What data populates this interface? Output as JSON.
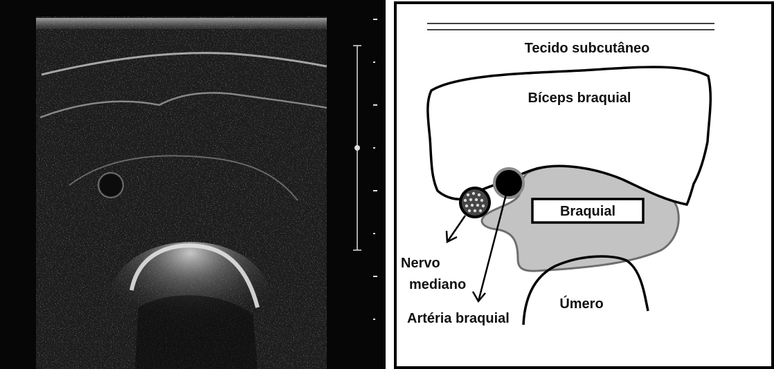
{
  "labels": {
    "subcutaneous": "Tecido subcutâneo",
    "biceps": "Bíceps braquial",
    "brachialis": "Braquial",
    "nerve_line1": "Nervo",
    "nerve_line2": "mediano",
    "artery": "Artéria braquial",
    "humerus": "Úmero"
  },
  "colors": {
    "ultrasound_background": "#060606",
    "muscle_gray": "#c3c3c3",
    "outline": "#000000"
  }
}
